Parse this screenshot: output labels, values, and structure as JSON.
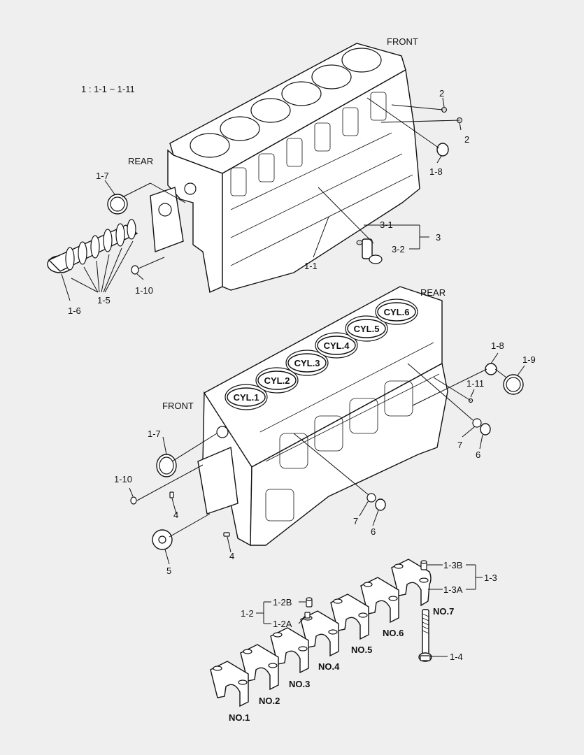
{
  "diagram": {
    "title": "1 : 1-1 ~ 1-11",
    "orientation": {
      "top_front": "FRONT",
      "top_rear": "REAR",
      "bottom_rear": "REAR",
      "bottom_front": "FRONT"
    },
    "cylinders": [
      "CYL.1",
      "CYL.2",
      "CYL.3",
      "CYL.4",
      "CYL.5",
      "CYL.6"
    ],
    "bearing_caps": [
      "NO.1",
      "NO.2",
      "NO.3",
      "NO.4",
      "NO.5",
      "NO.6",
      "NO.7"
    ],
    "callouts": {
      "top": {
        "c2a": "2",
        "c2b": "2",
        "c18": "1-8",
        "c17": "1-7",
        "c31": "3-1",
        "c32": "3-2",
        "c3": "3",
        "c11": "1-1",
        "c110": "1-10",
        "c15": "1-5",
        "c16": "1-6"
      },
      "bottom": {
        "c18": "1-8",
        "c19": "1-9",
        "c111": "1-11",
        "c7a": "7",
        "c6a": "6",
        "c17": "1-7",
        "c110": "1-10",
        "c4a": "4",
        "c4b": "4",
        "c5": "5",
        "c7b": "7",
        "c6b": "6"
      },
      "caps": {
        "c13b": "1-3B",
        "c13": "1-3",
        "c13a": "1-3A",
        "c12b": "1-2B",
        "c12": "1-2",
        "c12a": "1-2A",
        "c14": "1-4"
      }
    }
  }
}
